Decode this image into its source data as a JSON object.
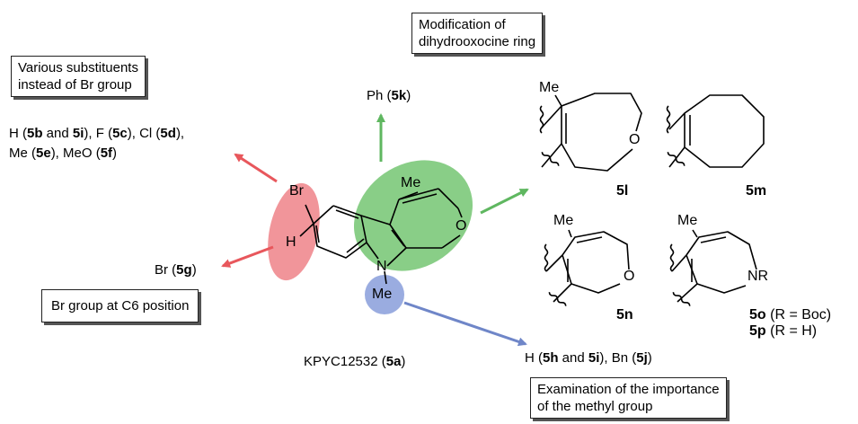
{
  "boxes": {
    "substituents": [
      "Various substituents",
      "instead of Br group"
    ],
    "dihydrooxocine": [
      "Modification of",
      "dihydrooxocine ring"
    ],
    "c6": "Br group at C6 position",
    "methyl": [
      "Examination of the importance",
      "of the methyl group"
    ]
  },
  "labels": {
    "ph": {
      "pre": "Ph (",
      "b1": "5k",
      "post": ")"
    },
    "halogens_line1": {
      "t1": "H (",
      "b1": "5b",
      "t2": " and ",
      "b2": "5i",
      "t3": "), F (",
      "b3": "5c",
      "t4": "), Cl (",
      "b4": "5d",
      "t5": "),"
    },
    "halogens_line2": {
      "t1": "Me (",
      "b1": "5e",
      "t2": "), MeO (",
      "b2": "5f",
      "t3": ")"
    },
    "br5g": {
      "t1": "Br (",
      "b1": "5g",
      "t2": ")"
    },
    "bottom_right": {
      "t1": "H (",
      "b1": "5h",
      "t2": " and ",
      "b2": "5i",
      "t3": "), Bn (",
      "b3": "5j",
      "t4": ")"
    },
    "lead": {
      "t1": "KPYC12532 (",
      "b1": "5a",
      "t2": ")"
    }
  },
  "atoms": {
    "br": "Br",
    "h": "H",
    "n": "N",
    "me_n": "Me",
    "me_top": "Me",
    "o": "O",
    "me_5l": "Me",
    "o_5l": "O",
    "me_5n": "Me",
    "o_5n": "O",
    "me_5o": "Me",
    "nr": "NR"
  },
  "compounds": {
    "c5l": "5l",
    "c5m": "5m",
    "c5n": "5n",
    "c5o": {
      "b": "5o",
      "t": " (R = Boc)"
    },
    "c5p": {
      "b": "5p",
      "t": " (R = H)"
    }
  },
  "colors": {
    "red": "#e8575c",
    "red_fill": "#f08a8f",
    "green": "#5fb760",
    "green_fill": "#7cc97a",
    "blue": "#6f86c8",
    "blue_fill": "#9aace0"
  }
}
